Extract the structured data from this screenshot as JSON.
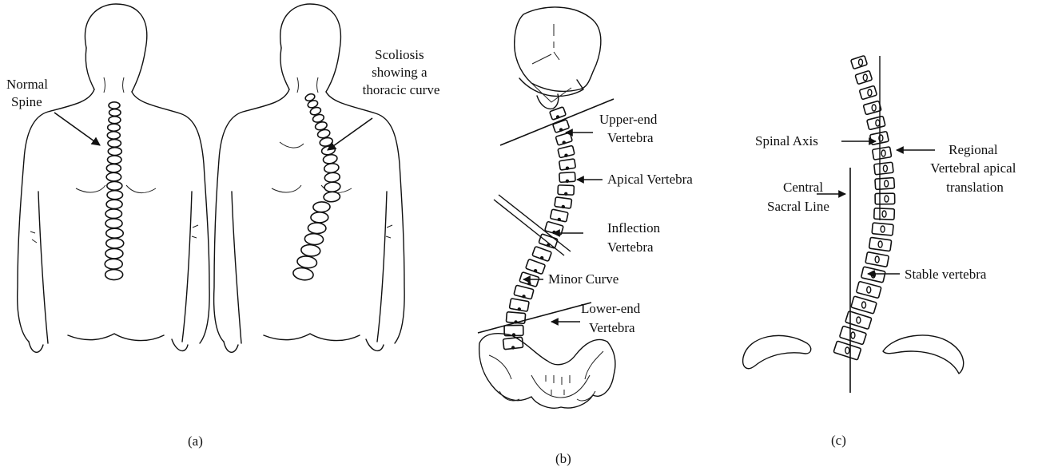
{
  "panel_a": {
    "caption": "(a)",
    "normal_label": [
      "Normal",
      "Spine"
    ],
    "scoliosis_label": [
      "Scoliosis",
      "showing a",
      "thoracic curve"
    ]
  },
  "panel_b": {
    "caption": "(b)",
    "upper_end": [
      "Upper-end",
      "Vertebra"
    ],
    "apical": "Apical Vertebra",
    "inflection": [
      "Inflection",
      "Vertebra"
    ],
    "minor_curve": "Minor Curve",
    "lower_end": [
      "Lower-end",
      "Vertebra"
    ]
  },
  "panel_c": {
    "caption": "(c)",
    "spinal_axis": "Spinal Axis",
    "central_sacral_line": [
      "Central",
      "Sacral Line"
    ],
    "regional_translation": [
      "Regional",
      "Vertebral apical",
      "translation"
    ],
    "stable_vertebra": "Stable vertebra"
  }
}
